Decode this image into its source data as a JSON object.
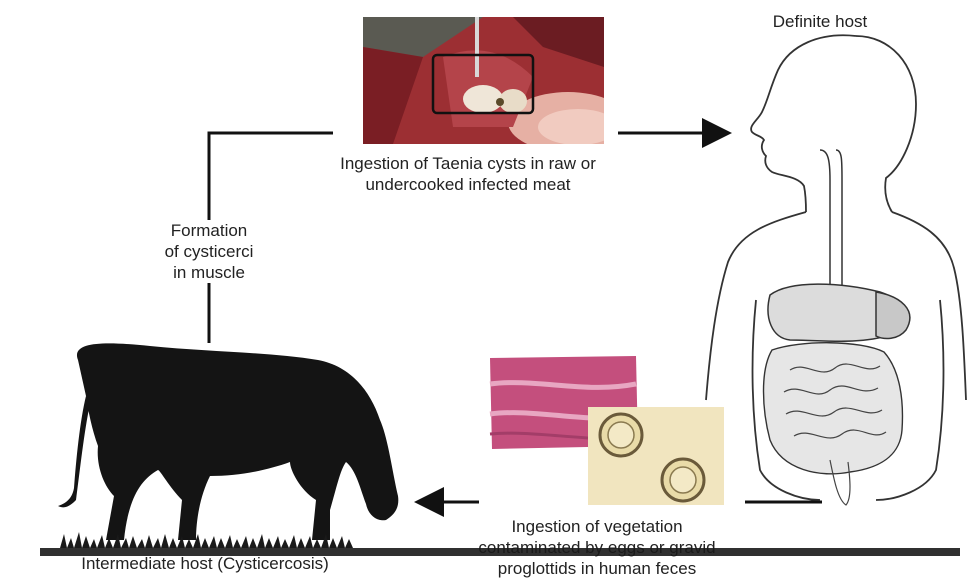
{
  "labels": {
    "definite_host": "Definite host",
    "ingestion_cysts": "Ingestion of Taenia cysts in raw or\nundercooked infected meat",
    "formation": "Formation\nof cysticerci\nin muscle",
    "ingestion_vegetation": "Ingestion of vegetation\ncontaminated by eggs or gravid\nproglottids in human feces",
    "intermediate_host": "Intermediate host (Cysticercosis)"
  },
  "colors": {
    "arrow": "#111111",
    "meat": "#8a2a2e",
    "proglottid": "#c2507e",
    "egg_slide": "#efe2b8",
    "cow": "#141414"
  },
  "icons": {
    "meat_photo": "meat-cyst-photo",
    "proglottid_photo": "proglottid-photo",
    "egg_photo": "egg-photo",
    "human": "human-outline",
    "cow": "cow-silhouette"
  }
}
